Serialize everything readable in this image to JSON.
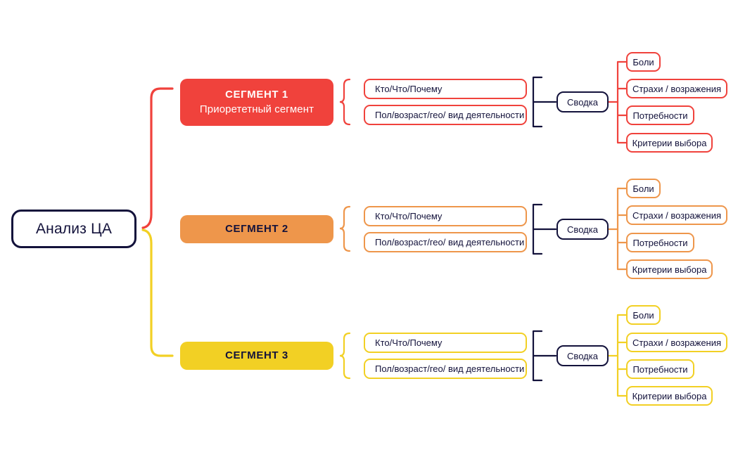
{
  "diagram": {
    "title": "Анализ ЦА",
    "root": {
      "label": "Анализ ЦА"
    },
    "colors": {
      "navy": "#13123B",
      "red": "#F0423C",
      "orange": "#EE964B",
      "yellow": "#F2D024"
    },
    "branches": [
      {
        "id": "segment-1",
        "color": "#F0423C",
        "text_color": "#FFFFFF",
        "segment_title": "СЕГМЕНТ 1",
        "segment_subtitle": "Приорететный сегмент",
        "details": [
          "Кто/Что/Почему",
          "Пол/возраст/гео/ вид деятельности"
        ],
        "summary": "Сводка",
        "leaves": [
          "Боли",
          "Страхи / возражения",
          "Потребности",
          "Критерии выбора"
        ]
      },
      {
        "id": "segment-2",
        "color": "#EE964B",
        "text_color": "#13123B",
        "segment_title": "СЕГМЕНТ 2",
        "segment_subtitle": "",
        "details": [
          "Кто/Что/Почему",
          "Пол/возраст/гео/ вид деятельности"
        ],
        "summary": "Сводка",
        "leaves": [
          "Боли",
          "Страхи / возражения",
          "Потребности",
          "Критерии выбора"
        ]
      },
      {
        "id": "segment-3",
        "color": "#F2D024",
        "text_color": "#13123B",
        "segment_title": "СЕГМЕНТ 3",
        "segment_subtitle": "",
        "details": [
          "Кто/Что/Почему",
          "Пол/возраст/гео/ вид деятельности"
        ],
        "summary": "Сводка",
        "leaves": [
          "Боли",
          "Страхи / возражения",
          "Потребности",
          "Критерии выбора"
        ]
      }
    ]
  }
}
